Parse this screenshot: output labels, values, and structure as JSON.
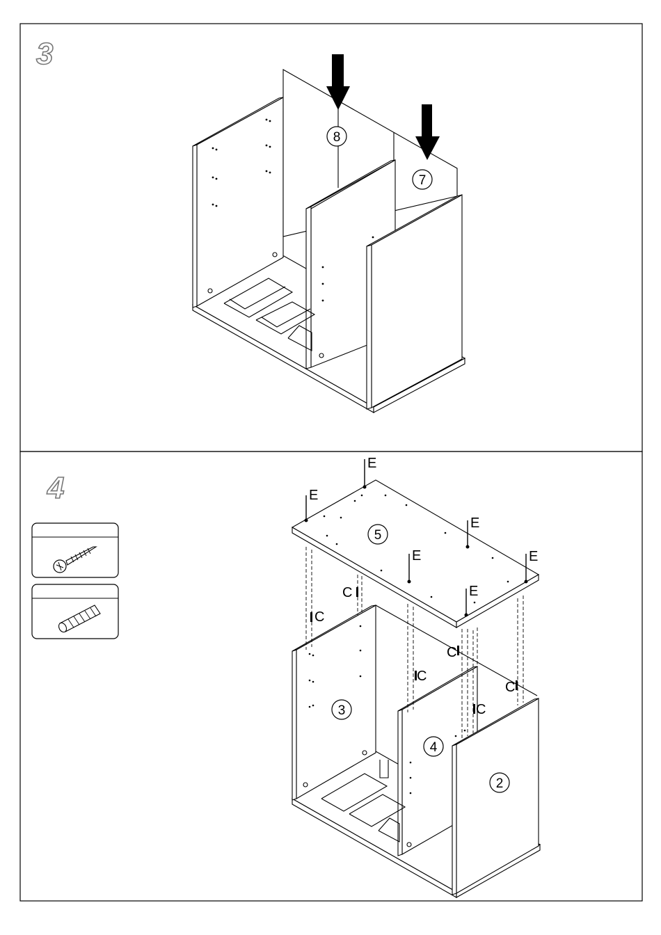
{
  "steps": [
    {
      "number": "3",
      "callouts": [
        "8",
        "7"
      ]
    },
    {
      "number": "4",
      "callouts": [
        "5",
        "3",
        "4",
        "2"
      ],
      "hardware_letters": [
        "E",
        "C"
      ],
      "hardware_icons": [
        "screw-icon",
        "wooden-dowel-icon"
      ]
    }
  ],
  "colors": {
    "line": "#000000",
    "background": "#ffffff",
    "step_number_outline": "#777777"
  }
}
